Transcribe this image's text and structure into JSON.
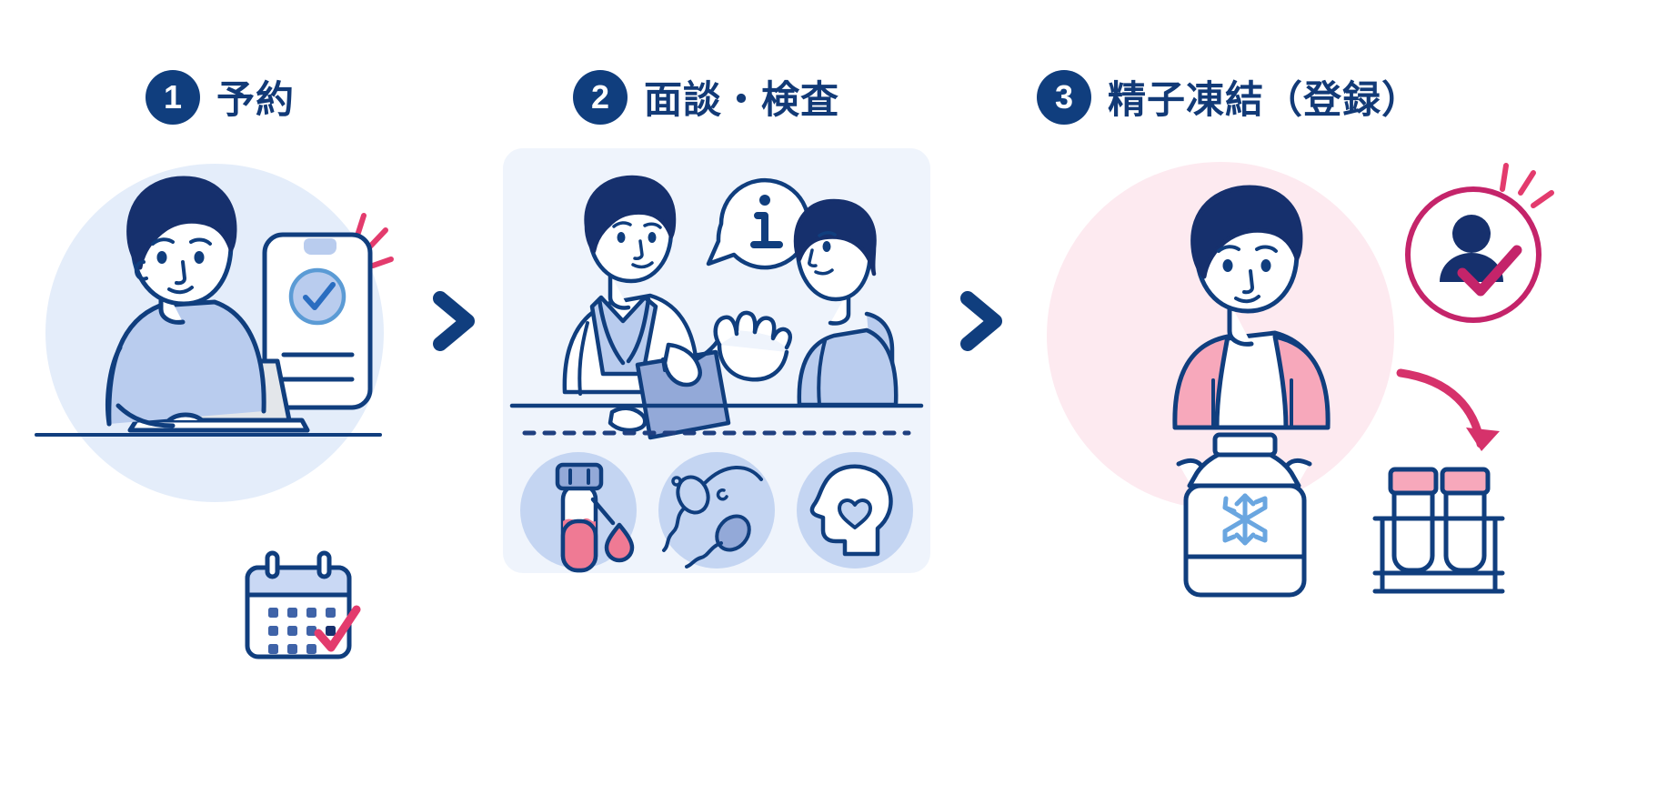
{
  "meta": {
    "kind": "process-steps-infographic",
    "background": "#ffffff",
    "navy": "#103e7e",
    "light_blue": "#b9ccee",
    "pale_blue": "#e4edfa",
    "card_blue": "#eff4fc",
    "pink": "#f4a0b5",
    "crimson": "#d6326b",
    "pale_pink": "#fdeaf0",
    "accent_blue": "#5b9bd5"
  },
  "steps": [
    {
      "number": "1",
      "title": "予約",
      "illustration": {
        "name": "person-at-laptop-with-phone-and-calendar",
        "elements": [
          "background-circle-blob",
          "man-using-laptop",
          "smartphone-with-check-circle",
          "desk-line",
          "spark-lines",
          "calendar-with-check"
        ]
      }
    },
    {
      "number": "2",
      "title": "面談・検査",
      "illustration": {
        "name": "doctor-consultation-and-tests",
        "elements": [
          "rounded-card-background",
          "doctor-with-clipboard",
          "info-speech-bubble",
          "seated-patient",
          "desk-line",
          "dashed-divider",
          "icon-blood-test-tube",
          "icon-sperm-cells",
          "icon-head-with-heart"
        ]
      }
    },
    {
      "number": "3",
      "title": "精子凍結（登録）",
      "illustration": {
        "name": "sperm-freezing-registration",
        "elements": [
          "background-circle-blob",
          "man-in-pink-cardigan",
          "registered-user-check-badge",
          "curved-arrow",
          "cryogenic-tank-with-snowflake",
          "vial-rack-with-two-vials"
        ]
      }
    }
  ],
  "connectors": [
    {
      "name": "chevron-1",
      "glyph": "chevron-right"
    },
    {
      "name": "chevron-2",
      "glyph": "chevron-right"
    }
  ],
  "symbols": {
    "info_letter": "i",
    "phone_check": "check-mark",
    "calendar_check": "check-mark",
    "snowflake": "snowflake",
    "user_check": "check-mark"
  }
}
